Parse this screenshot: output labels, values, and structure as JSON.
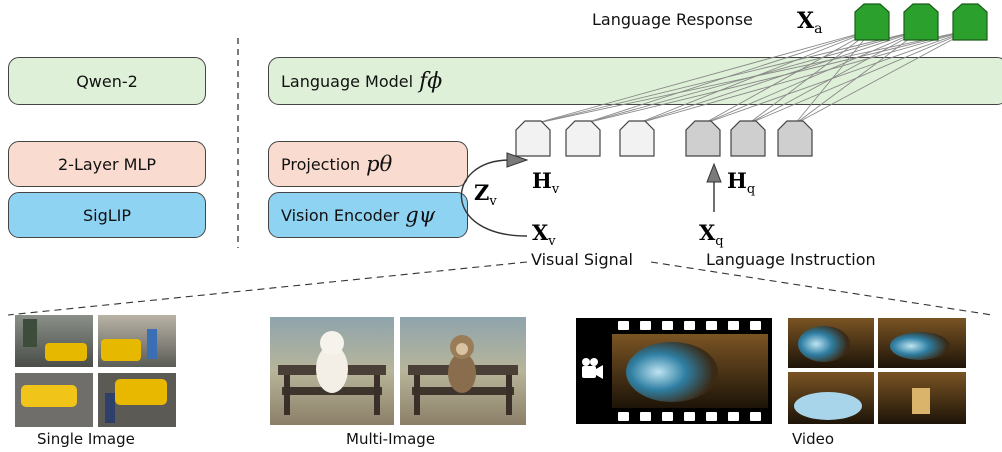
{
  "left_boxes": {
    "qwen": "Qwen-2",
    "mlp": "2-Layer MLP",
    "siglip": "SigLIP"
  },
  "arch": {
    "language_model": "Language Model",
    "language_model_sym": "fϕ",
    "projection": "Projection",
    "projection_sym": "pθ",
    "vision_encoder": "Vision Encoder",
    "vision_encoder_sym": "gψ"
  },
  "labels": {
    "language_response": "Language Response",
    "visual_signal": "Visual Signal",
    "language_instruction": "Language Instruction"
  },
  "symbols": {
    "xa": "Xa",
    "zv": "Zv",
    "hv": "Hv",
    "xv": "Xv",
    "hq": "Hq",
    "xq": "Xq"
  },
  "captions": {
    "single_image": "Single Image",
    "multi_image": "Multi-Image",
    "video": "Video"
  },
  "colors": {
    "response_token": "#2ca02c",
    "visual_token": "#f2f2f2",
    "instruction_token": "#cfcfcf",
    "llm_box": "#dff0d8",
    "projection_box": "#f9dccf",
    "encoder_box": "#8fd3f3"
  }
}
